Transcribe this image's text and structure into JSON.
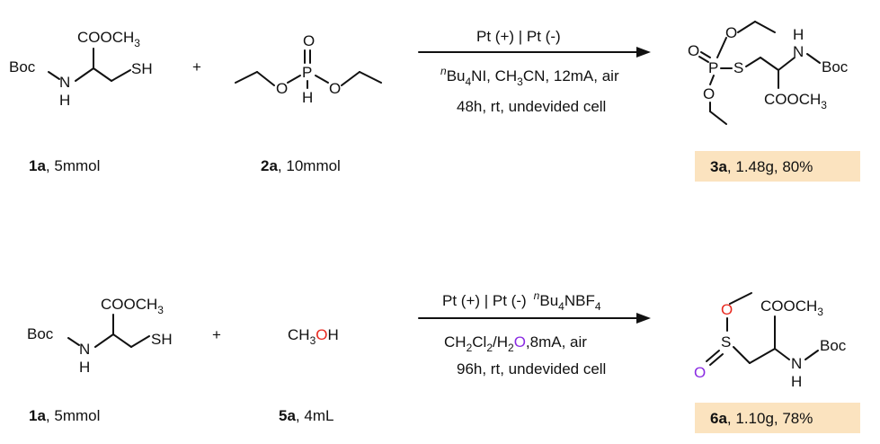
{
  "scheme1": {
    "reactant1": {
      "ester": "COOCH",
      "ester_sub": "3",
      "boc": "Boc",
      "n": "N",
      "h": "H",
      "sh": "SH",
      "caption_bold": "1a",
      "caption": ", 5mmol"
    },
    "plus": "+",
    "reactant2": {
      "o_top": "O",
      "p": "P",
      "o_left": "O",
      "o_right": "O",
      "h": "H",
      "caption_bold": "2a",
      "caption": ", 10mmol"
    },
    "conditions": {
      "line1": "Pt (+) | Pt (-)",
      "line2_sup": "n",
      "line2_a": "Bu",
      "line2_sub1": "4",
      "line2_b": "NI, CH",
      "line2_sub2": "3",
      "line2_c": "CN, 12mA, air",
      "line3": "48h, rt, undevided cell"
    },
    "product": {
      "o_dbl": "O",
      "p": "P",
      "o_top": "O",
      "o_bot": "O",
      "s": "S",
      "h": "H",
      "n": "N",
      "boc": "Boc",
      "ester": "COOCH",
      "ester_sub": "3",
      "result_bold": "3a",
      "result": ", 1.48g, 80%"
    }
  },
  "scheme2": {
    "reactant1": {
      "ester": "COOCH",
      "ester_sub": "3",
      "boc": "Boc",
      "n": "N",
      "h": "H",
      "sh": "SH",
      "caption_bold": "1a",
      "caption": ", 5mmol"
    },
    "plus": "+",
    "reactant2": {
      "a": "CH",
      "sub": "3",
      "o": "O",
      "b": "H",
      "caption_bold": "5a",
      "caption": ", 4mL"
    },
    "conditions": {
      "line1": "Pt (+) | Pt (-)",
      "line1_sup": "n",
      "line1_a": "Bu",
      "line1_sub": "4",
      "line1_b": "NBF",
      "line1_sub2": "4",
      "line2_a": "CH",
      "line2_s1": "2",
      "line2_b": "Cl",
      "line2_s2": "2",
      "line2_c": "/H",
      "line2_s3": "2",
      "line2_o": "O",
      "line2_d": ",8mA, air",
      "line3": "96h, rt, undevided cell"
    },
    "product": {
      "o_top": "O",
      "s": "S",
      "o_dbl": "O",
      "ester": "COOCH",
      "ester_sub": "3",
      "boc": "Boc",
      "n": "N",
      "h": "H",
      "result_bold": "6a",
      "result": ", 1.10g, 78%"
    }
  },
  "colors": {
    "highlight_box": "#fbe3bf",
    "oxygen_red": "#e8281e",
    "oxygen_purple": "#8a2be2"
  }
}
